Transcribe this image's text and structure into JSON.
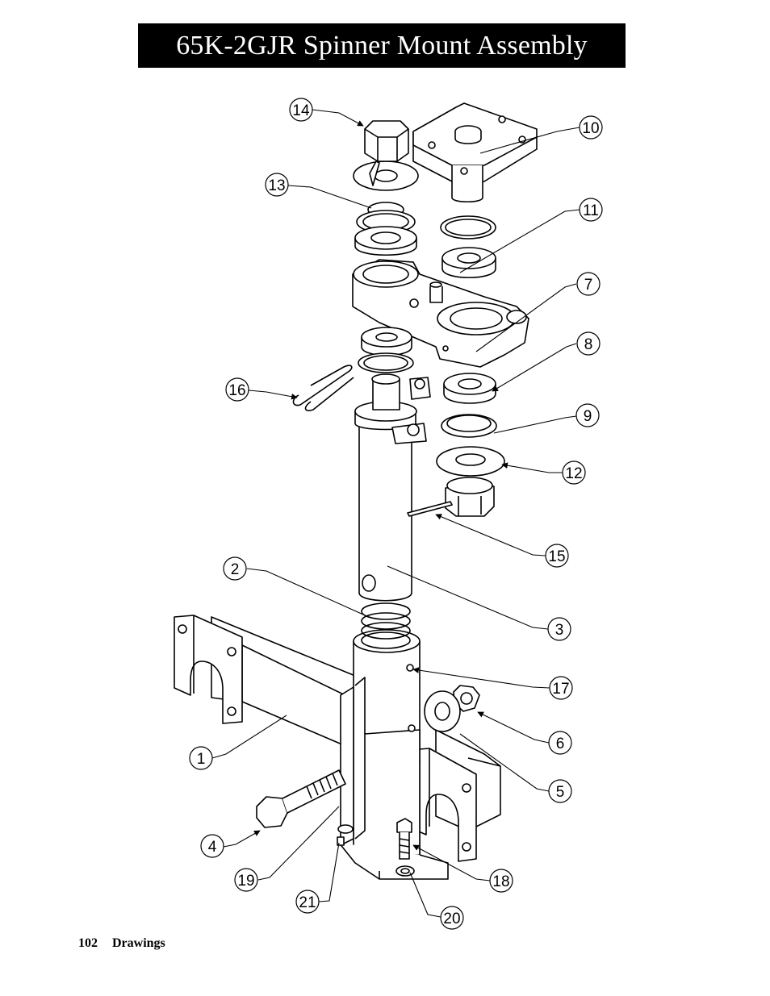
{
  "title": "65K-2GJR Spinner Mount Assembly",
  "footer": {
    "page_number": "102",
    "section": "Drawings"
  },
  "callouts": [
    {
      "id": "14",
      "label": "14"
    },
    {
      "id": "13",
      "label": "13"
    },
    {
      "id": "10",
      "label": "10"
    },
    {
      "id": "11",
      "label": "11"
    },
    {
      "id": "7",
      "label": "7"
    },
    {
      "id": "8",
      "label": "8"
    },
    {
      "id": "16",
      "label": "16"
    },
    {
      "id": "9",
      "label": "9"
    },
    {
      "id": "12",
      "label": "12"
    },
    {
      "id": "15",
      "label": "15"
    },
    {
      "id": "2",
      "label": "2"
    },
    {
      "id": "3",
      "label": "3"
    },
    {
      "id": "17",
      "label": "17"
    },
    {
      "id": "6",
      "label": "6"
    },
    {
      "id": "1",
      "label": "1"
    },
    {
      "id": "5",
      "label": "5"
    },
    {
      "id": "4",
      "label": "4"
    },
    {
      "id": "18",
      "label": "18"
    },
    {
      "id": "19",
      "label": "19"
    },
    {
      "id": "21",
      "label": "21"
    },
    {
      "id": "20",
      "label": "20"
    }
  ]
}
